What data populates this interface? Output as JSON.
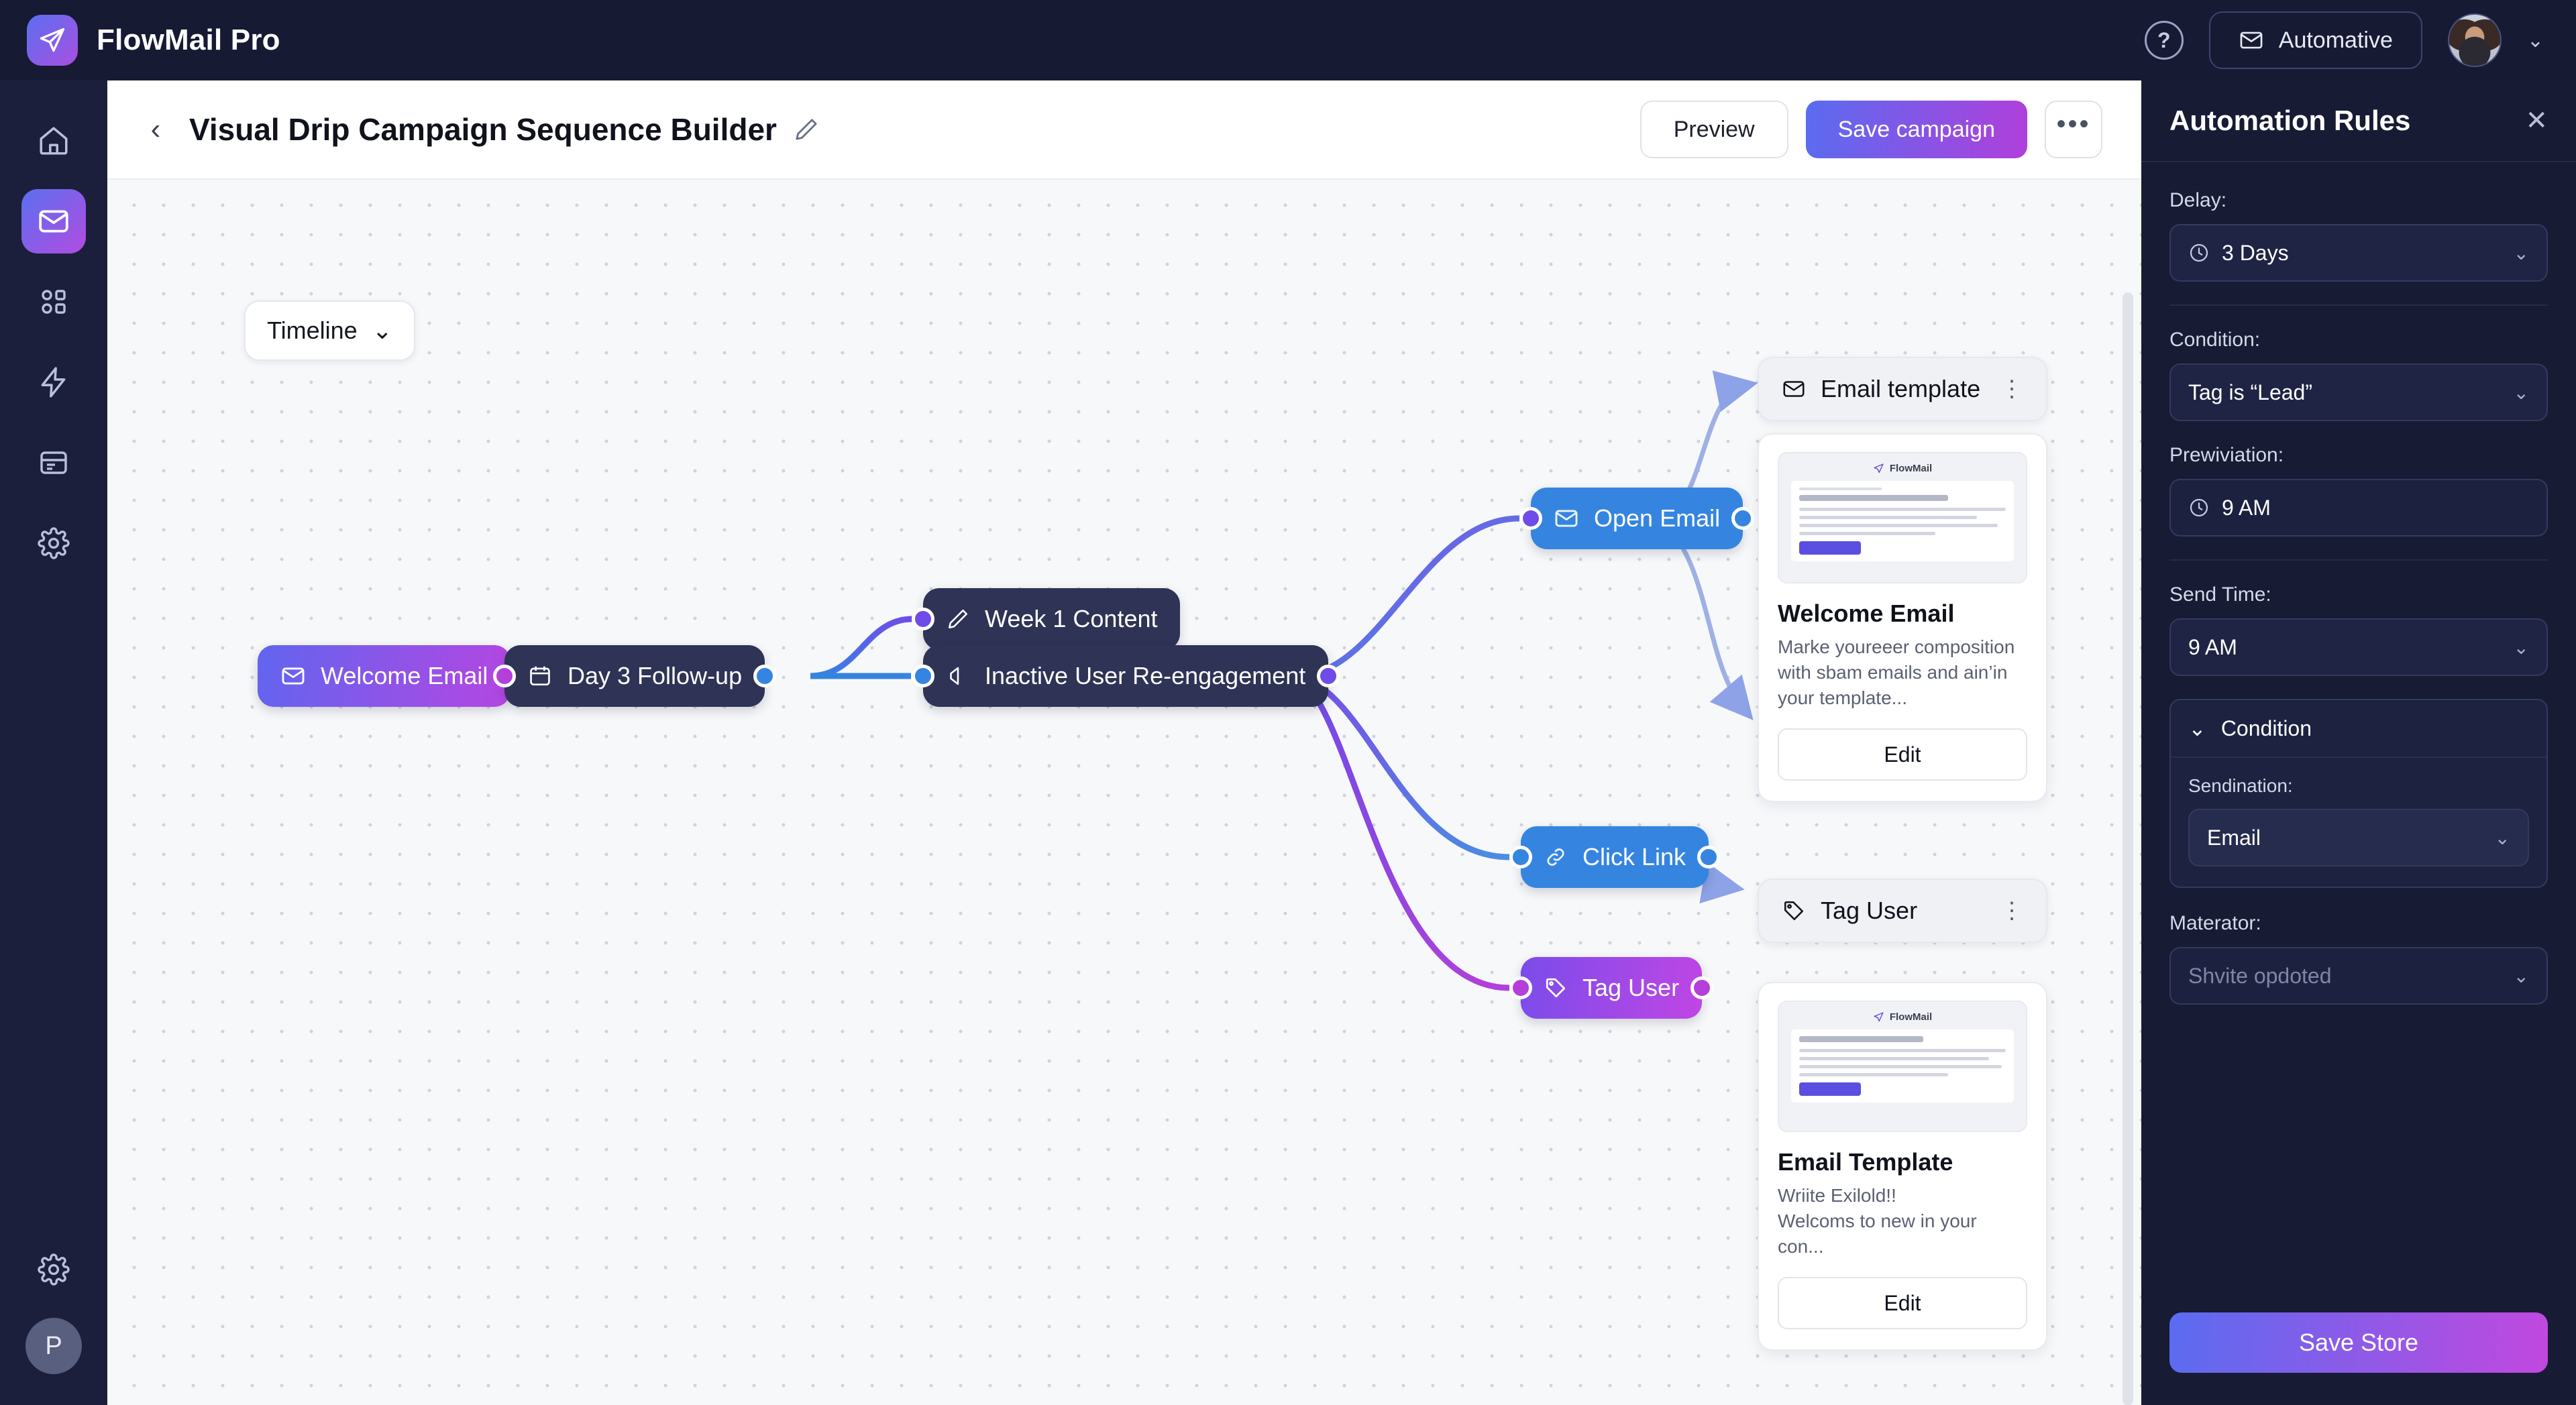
{
  "topbar": {
    "brand": "FlowMail Pro",
    "logo_icon": "paper-plane-icon",
    "help_icon": "?",
    "account_label": "Automative",
    "account_icon": "envelope-icon",
    "chevron": "⌄"
  },
  "rail": {
    "items": [
      {
        "name": "home-icon",
        "active": false
      },
      {
        "name": "mail-icon",
        "active": true
      },
      {
        "name": "grid-icon",
        "active": false
      },
      {
        "name": "bolt-icon",
        "active": false
      },
      {
        "name": "inbox-icon",
        "active": false
      },
      {
        "name": "gear-icon",
        "active": false
      }
    ],
    "bottom_gear": "gear-icon",
    "avatar_initial": "P"
  },
  "header": {
    "back": "‹",
    "title": "Visual Drip Campaign Sequence Builder",
    "edit_icon": "pencil-icon",
    "preview_label": "Preview",
    "save_label": "Save campaign",
    "more_label": "•••"
  },
  "canvas": {
    "view_select": "Timeline",
    "view_chevron": "⌄",
    "nodes": [
      {
        "id": "welcome",
        "label": "Welcome Email",
        "icon": "envelope-icon"
      },
      {
        "id": "day3",
        "label": "Day 3 Follow-up",
        "icon": "calendar-icon"
      },
      {
        "id": "week1",
        "label": "Week 1 Content",
        "icon": "pencil-icon"
      },
      {
        "id": "inactive",
        "label": "Inactive User Re-engagement",
        "icon": "megaphone-icon"
      },
      {
        "id": "open",
        "label": "Open Email",
        "icon": "envelope-icon"
      },
      {
        "id": "click",
        "label": "Click Link",
        "icon": "link-icon"
      },
      {
        "id": "tag",
        "label": "Tag User",
        "icon": "tag-icon"
      }
    ],
    "cards": [
      {
        "header_label": "Email template",
        "header_icon": "envelope-icon",
        "kebab": "⋮",
        "title": "Welcome Email",
        "desc": "Marke youreeer composition with sbam emails and ain’in your template...",
        "edit_label": "Edit",
        "thumb_brand": "FlowMail"
      },
      {
        "header_label": "Tag User",
        "header_icon": "tag-icon",
        "kebab": "⋮",
        "title": "Email Template",
        "desc_line1": "Wriite Exilold!!",
        "desc_line2": "Welcoms to new in your con...",
        "edit_label": "Edit",
        "thumb_brand": "FlowMail"
      }
    ]
  },
  "panel": {
    "title": "Automation Rules",
    "close": "✕",
    "delay_label": "Delay:",
    "delay_value": "3 Days",
    "delay_icon": "clock-icon",
    "condition_label": "Condition:",
    "condition_value": "Tag is “Lead”",
    "preview_label": "Prewiviation:",
    "preview_value": "9 AM",
    "preview_icon": "clock-icon",
    "sendtime_label": "Send Time:",
    "sendtime_value": "9 AM",
    "group_title": "Condition",
    "group_chevron": "⌄",
    "sendination_label": "Sendination:",
    "sendination_value": "Email",
    "materator_label": "Materator:",
    "materator_placeholder": "Shvite opdoted",
    "chevron": "⌄",
    "save_label": "Save Store"
  },
  "colors": {
    "brand_start": "#5a6cf0",
    "brand_end": "#b03fdb",
    "node_dark": "#2f3355",
    "node_blue": "#3585e0",
    "panel_bg": "#171b33"
  }
}
